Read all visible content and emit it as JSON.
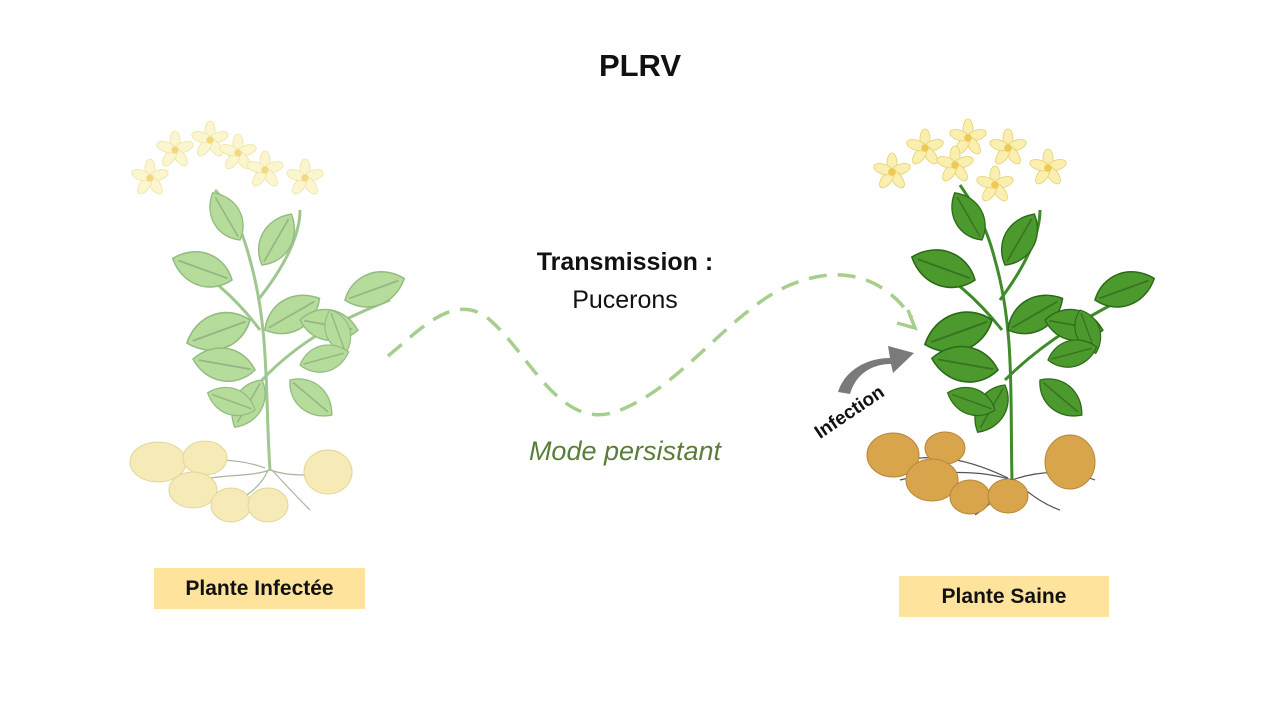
{
  "title": "PLRV",
  "transmission": {
    "heading": "Transmission :",
    "vector": "Pucerons"
  },
  "mode": "Mode persistant",
  "arrow_label": "Infection",
  "plants": {
    "infected": {
      "label": "Plante Infectée"
    },
    "healthy": {
      "label": "Plante Saine"
    }
  },
  "colors": {
    "dashed_path": "#a6cf8e",
    "mode_text": "#5a7d3a",
    "label_bg": "#fde39b",
    "infection_arrow": "#7a7a7a",
    "infected_leaf": "#9dd17a",
    "healthy_leaf": "#4c9a2e",
    "infected_tuber": "#f3e5a0",
    "healthy_tuber": "#d9a54c"
  }
}
